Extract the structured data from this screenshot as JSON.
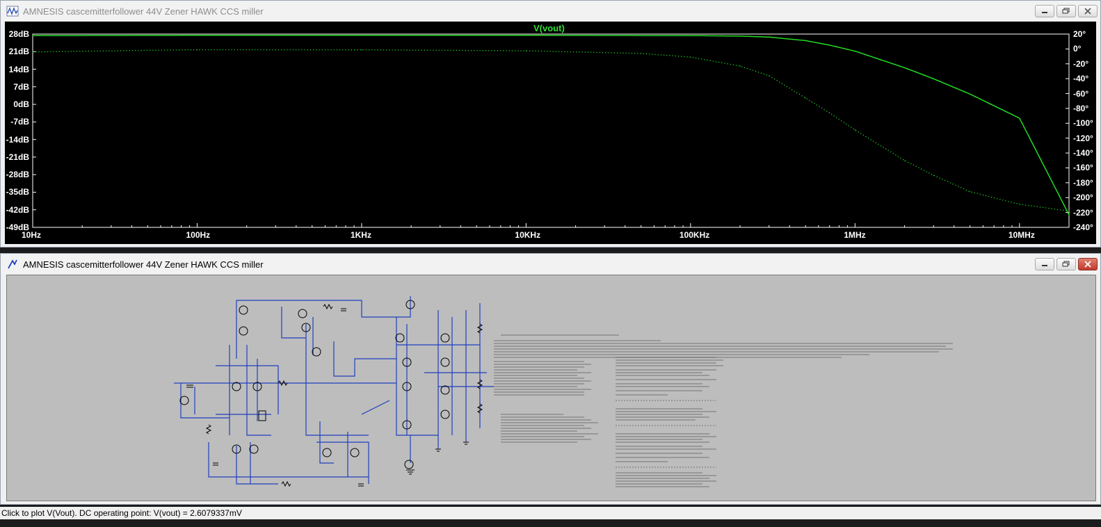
{
  "waveform_window": {
    "title": "AMNESIS cascemitterfollower 44V Zener HAWK CCS miller",
    "trace_label": "V(vout)",
    "trace_color": "#22dd22",
    "background": "#000000"
  },
  "schematic_window": {
    "title": "AMNESIS cascemitterfollower 44V Zener HAWK CCS miller",
    "background": "#bdbdbd",
    "wire_color": "#1f3fbf",
    "component_color": "#000000"
  },
  "status_bar": {
    "text": "Click to plot V(Vout).  DC operating point: V(vout) = 2.6079337mV"
  },
  "chart_data": {
    "type": "line",
    "title": "V(vout)",
    "x_scale": "log",
    "xlim": [
      10,
      20000000
    ],
    "x_ticks": [
      "10Hz",
      "100Hz",
      "1KHz",
      "10KHz",
      "100KHz",
      "1MHz",
      "10MHz"
    ],
    "y_left_label_unit": "dB",
    "ylim_left": [
      -49,
      28
    ],
    "y_left_ticks": [
      "28dB",
      "21dB",
      "14dB",
      "7dB",
      "0dB",
      "-7dB",
      "-14dB",
      "-21dB",
      "-28dB",
      "-35dB",
      "-42dB",
      "-49dB"
    ],
    "y_right_label_unit": "°",
    "ylim_right": [
      -240,
      20
    ],
    "y_right_ticks": [
      "20°",
      "0°",
      "-20°",
      "-40°",
      "-60°",
      "-80°",
      "-100°",
      "-120°",
      "-140°",
      "-160°",
      "-180°",
      "-200°",
      "-220°",
      "-240°"
    ],
    "grid": false,
    "series": [
      {
        "kind": "magnitude",
        "unit": "dB",
        "style": "solid",
        "x": [
          10,
          100,
          1000,
          10000,
          100000,
          200000,
          300000,
          500000,
          700000,
          1000000,
          2000000,
          3000000,
          5000000,
          10000000,
          20000000
        ],
        "values": [
          27.4,
          27.5,
          27.5,
          27.5,
          27.4,
          27.2,
          26.8,
          25.4,
          23.6,
          21.2,
          14.6,
          10.2,
          4.1,
          -5.5,
          -44.0
        ]
      },
      {
        "kind": "phase",
        "unit": "°",
        "style": "dotted",
        "x": [
          10,
          100,
          1000,
          10000,
          50000,
          100000,
          200000,
          300000,
          500000,
          700000,
          1000000,
          2000000,
          3000000,
          5000000,
          10000000,
          20000000
        ],
        "values": [
          -4.0,
          -1.0,
          -1.2,
          -2.5,
          -6.0,
          -11.0,
          -23.0,
          -36.0,
          -66.0,
          -86.0,
          -109.0,
          -150.0,
          -170.0,
          -192.0,
          -209.0,
          -218.0
        ]
      }
    ]
  }
}
